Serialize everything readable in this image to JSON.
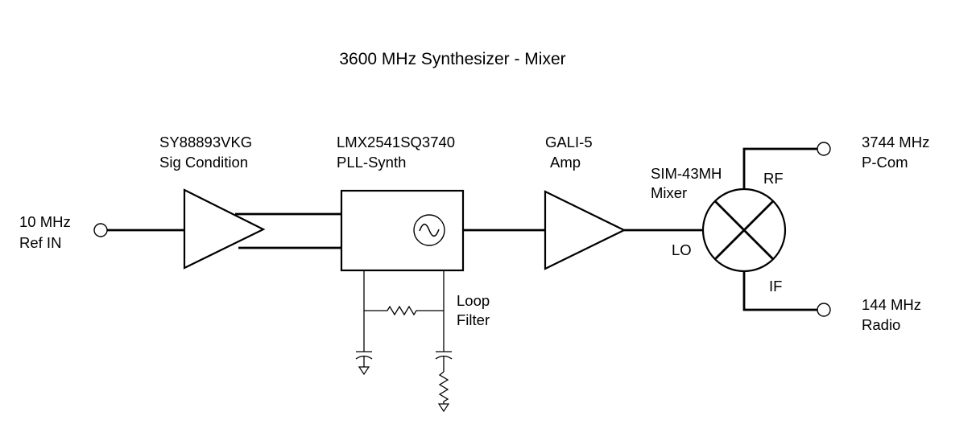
{
  "title": "3600 MHz Synthesizer - Mixer",
  "input": {
    "line1": "10 MHz",
    "line2": "Ref IN"
  },
  "sig_condition": {
    "part": "SY88893VKG",
    "role": "Sig Condition"
  },
  "pll_synth": {
    "part": "LMX2541SQ3740",
    "role": "PLL-Synth"
  },
  "loop_filter": {
    "line1": "Loop",
    "line2": "Filter"
  },
  "amp": {
    "part": "GALI-5",
    "role": "Amp"
  },
  "mixer": {
    "part": "SIM-43MH",
    "role": "Mixer",
    "rf_port": "RF",
    "lo_port": "LO",
    "if_port": "IF"
  },
  "rf_output": {
    "line1": "3744 MHz",
    "line2": "P-Com"
  },
  "if_output": {
    "line1": "144 MHz",
    "line2": "Radio"
  }
}
